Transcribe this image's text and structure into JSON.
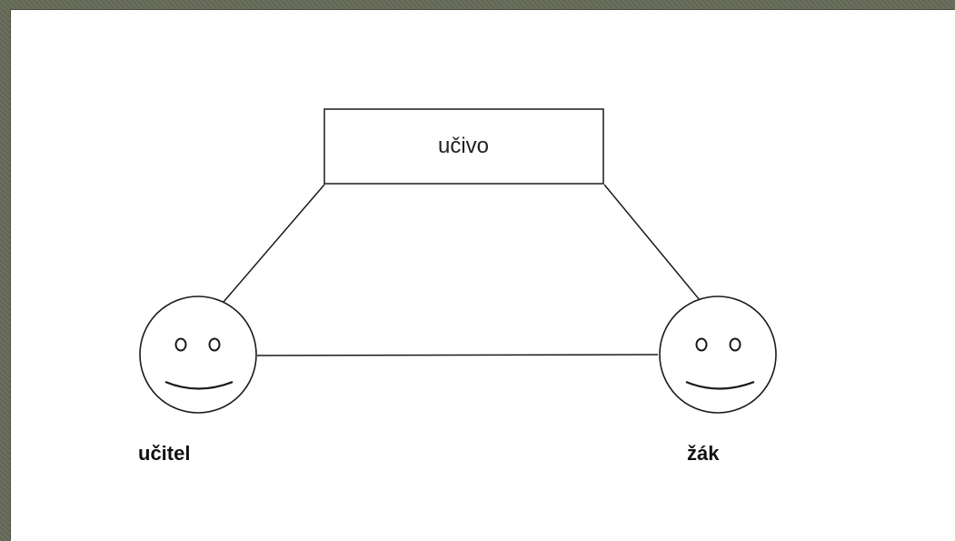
{
  "diagram": {
    "box": {
      "label": "učivo"
    },
    "teacher": {
      "label": "učitel",
      "icon": "smiley-face-icon"
    },
    "student": {
      "label": "žák",
      "icon": "smiley-face-icon"
    }
  },
  "colors": {
    "background": "#666a58",
    "sheet": "#ffffff",
    "stroke": "#1a1a1a"
  }
}
